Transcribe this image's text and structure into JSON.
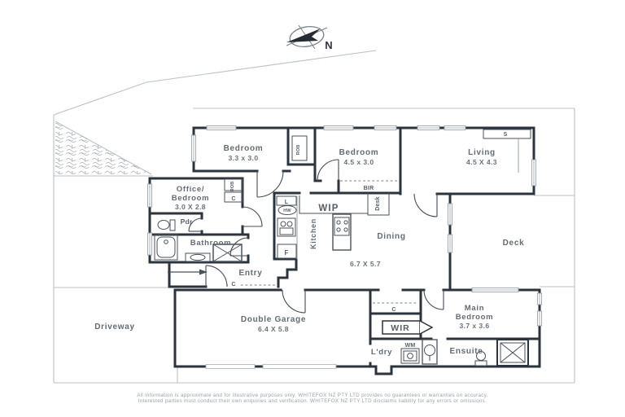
{
  "compass": {
    "label": "N"
  },
  "rooms": {
    "bedroom1": {
      "name": "Bedroom",
      "dims": "3.3 x 3.0"
    },
    "bedroom2": {
      "name": "Bedroom",
      "dims": "4.5 x 3.0"
    },
    "living": {
      "name": "Living",
      "dims": "4.5 X 4.3"
    },
    "office": {
      "line1": "Office/",
      "line2": "Bedroom",
      "dims": "3.0 X 2.8"
    },
    "dining": {
      "name": "Dining"
    },
    "open_plan_dims": "6.7 X 5.7",
    "deck": {
      "name": "Deck"
    },
    "driveway": {
      "name": "Driveway"
    },
    "garage": {
      "name": "Double Garage",
      "dims": "6.4 X 5.8"
    },
    "main_bedroom": {
      "line1": "Main",
      "line2": "Bedroom",
      "dims": "3.7 x 3.6"
    },
    "ensuite": {
      "name": "Ensuite"
    },
    "laundry": {
      "name": "L'dry"
    },
    "entry": {
      "name": "Entry"
    },
    "bathroom": {
      "name": "Bathroom"
    },
    "powder": {
      "name": "Pdr"
    },
    "kitchen": {
      "name": "Kitchen"
    },
    "wip": {
      "name": "WIP"
    },
    "wir": {
      "name": "WIR"
    },
    "desk": {
      "name": "Desk"
    }
  },
  "fixtures": {
    "robe_a": "ROB",
    "robe_b": "ROB",
    "built_in_robe": "BIR",
    "linen": "L",
    "hot_water": "HW",
    "fridge": "F",
    "storage": "S",
    "cupboard_office": "C",
    "cupboard_entry": "C",
    "cupboard_main": "C",
    "washing_machine": "WM"
  },
  "disclaimer": {
    "line1": "All information is approximate and for illustrative purposes only. WHITEFOX NZ PTY LTD provides no guarantees or warranties on accuracy.",
    "line2": "Interested parties must conduct their own enquiries and verification. WHITEFOX NZ PTY LTD disclaims liability for any errors or omissions."
  },
  "colors": {
    "wall": "#2b333d",
    "label": "#646b73",
    "boundary": "#bcc1c6",
    "window": "#99a0a7"
  }
}
